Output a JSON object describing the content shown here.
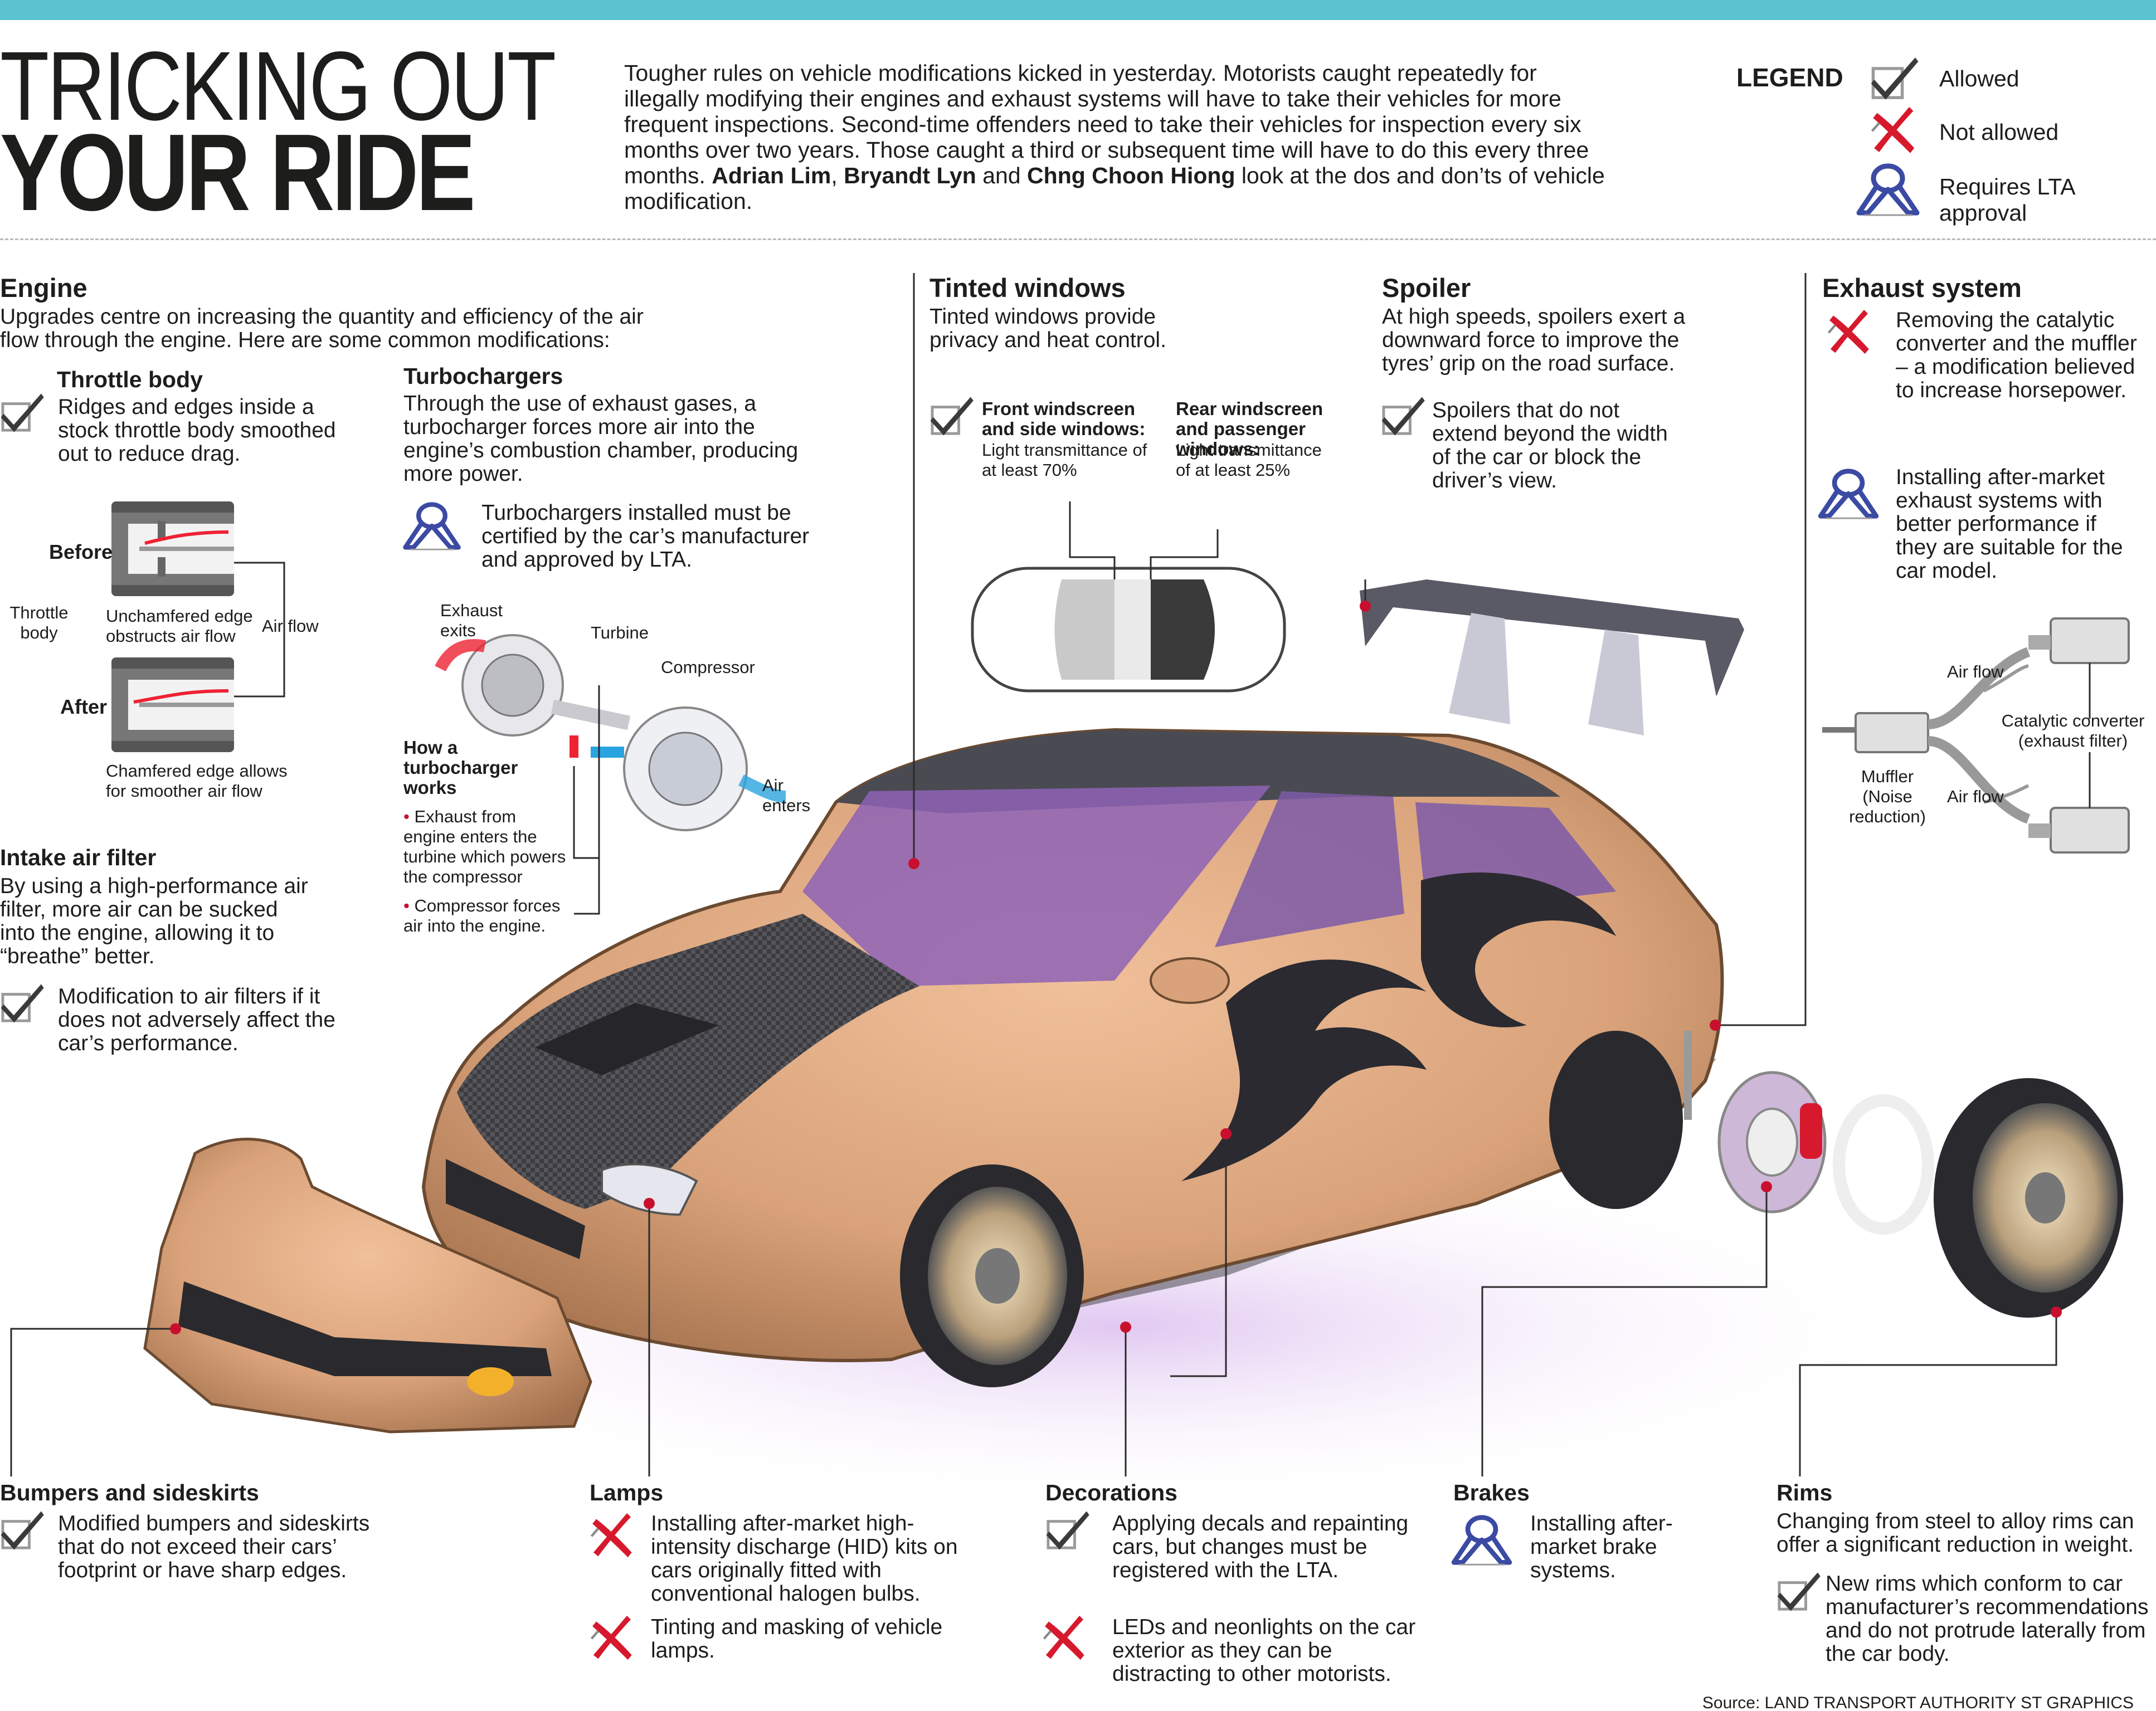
{
  "header": {
    "title_line1": "TRICKING OUT",
    "title_line2": "YOUR RIDE",
    "intro_plain1": "Tougher rules on vehicle modifications kicked in yesterday. Motorists caught repeatedly for illegally modifying their engines and exhaust systems will have to take their vehicles for more frequent inspections. Second-time offenders need to take their vehicles for inspection every six months over two years. Those caught a third or subsequent time will have to do this every three months. ",
    "author1": "Adrian Lim",
    "sep1": ", ",
    "author2": "Bryandt Lyn",
    "sep2": " and ",
    "author3": "Chng Choon Hiong",
    "intro_plain2": " look at the dos and don’ts of vehicle modification."
  },
  "legend": {
    "title": "LEGEND",
    "allowed": "Allowed",
    "not_allowed": "Not allowed",
    "requires_lta": "Requires LTA approval"
  },
  "colors": {
    "accent_bar": "#5bc3cf",
    "check": "#3a3a3a",
    "cross": "#d7192d",
    "lta": "#3b4aa3",
    "car_body": "#d9a27a"
  },
  "engine": {
    "title": "Engine",
    "desc": "Upgrades centre on increasing the quantity and efficiency of the air flow through the engine. Here are some common modifications:",
    "throttle": {
      "title": "Throttle body",
      "text": "Ridges and edges inside a stock throttle body smoothed out to reduce drag.",
      "before": "Before",
      "after": "After",
      "throttle_label": "Throttle body",
      "unchamfered": "Unchamfered edge obstructs air flow",
      "air_flow": "Air flow",
      "chamfered": "Chamfered edge allows for smoother air flow"
    },
    "turbo": {
      "title": "Turbochargers",
      "text": "Through the use of exhaust gases, a turbocharger forces more air into the engine’s combustion chamber, producing more power.",
      "lta_text": "Turbochargers installed must be certified by the car’s manufacturer and approved by LTA.",
      "exhaust_exits": "Exhaust exits",
      "turbine": "Turbine",
      "compressor": "Compressor",
      "air_enters": "Air enters",
      "how_title": "How a turbocharger works",
      "step1": "Exhaust from engine enters the turbine which powers the compressor",
      "step2": "Compressor forces air into the engine."
    },
    "intake": {
      "title": "Intake air filter",
      "text": "By using a high-performance air filter, more air can be sucked into the engine, allowing it to “breathe” better.",
      "allowed": "Modification to air filters if it does not adversely affect the car’s performance."
    }
  },
  "tinted": {
    "title": "Tinted windows",
    "desc": "Tinted windows provide privacy and heat control.",
    "front_title": "Front windscreen and side windows:",
    "front_text": "Light transmittance of at least 70%",
    "rear_title": "Rear windscreen and passenger windows:",
    "rear_text": "Light transmittance of at least 25%"
  },
  "spoiler": {
    "title": "Spoiler",
    "desc": "At high speeds, spoilers exert a downward force to improve the tyres’ grip on the road surface.",
    "allowed": "Spoilers that do not extend beyond the width of the car or block the driver’s view."
  },
  "exhaust": {
    "title": "Exhaust system",
    "not_allowed": "Removing the catalytic converter and the muffler – a modification believed to increase horsepower.",
    "lta": "Installing after-market exhaust systems with better performance if they are suitable for the car model.",
    "air_flow": "Air flow",
    "catalytic": "Catalytic converter (exhaust filter)",
    "muffler": "Muffler (Noise reduction)"
  },
  "bumpers": {
    "title": "Bumpers and sideskirts",
    "allowed": "Modified bumpers and sideskirts that do not exceed their cars’ footprint or have sharp edges."
  },
  "lamps": {
    "title": "Lamps",
    "no1": "Installing after-market high-intensity discharge (HID) kits on cars originally fitted with conventional halogen bulbs.",
    "no2": "Tinting and masking of vehicle lamps."
  },
  "decorations": {
    "title": "Decorations",
    "allowed": "Applying decals and repainting cars, but changes must be registered with the LTA.",
    "no": "LEDs and neonlights on the car exterior as they can be distracting to other motorists."
  },
  "brakes": {
    "title": "Brakes",
    "lta": "Installing after-market brake systems."
  },
  "rims": {
    "title": "Rims",
    "desc": "Changing from steel to alloy rims can offer a significant reduction in weight.",
    "allowed": "New rims which conform to car manufacturer’s recommendations and do not protrude laterally from the car body."
  },
  "source": "Source: LAND TRANSPORT AUTHORITY   ST GRAPHICS"
}
